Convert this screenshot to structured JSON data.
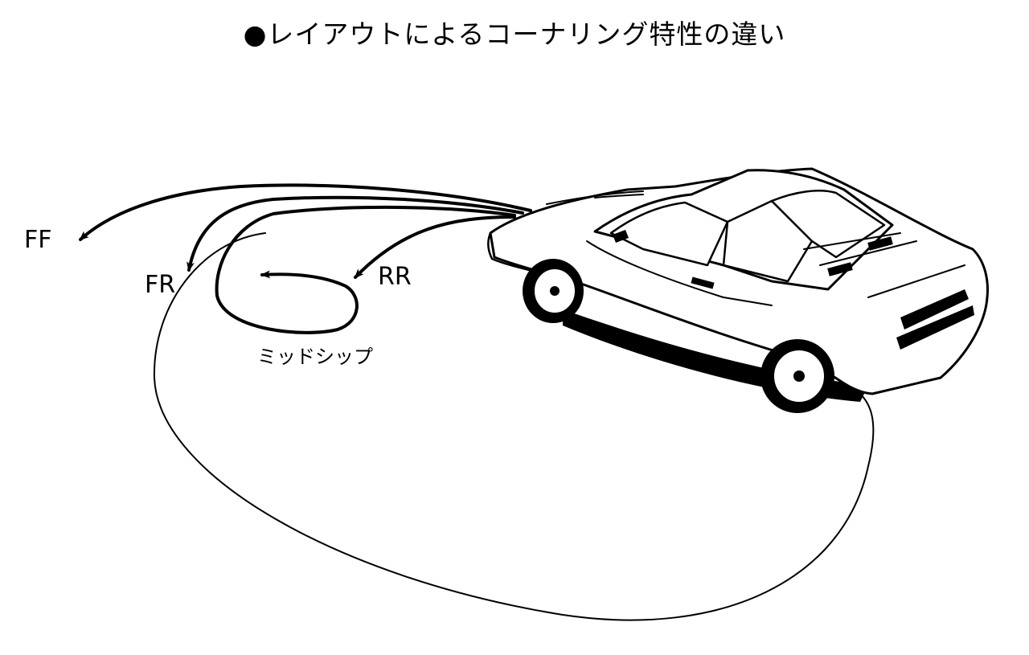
{
  "title": "●レイアウトによるコーナリング特性の違い",
  "labels": {
    "ff": "FF",
    "fr": "FR",
    "rr": "RR",
    "midship": "ミッドシップ"
  },
  "colors": {
    "ink": "#000000",
    "paper": "#ffffff"
  },
  "icons": {
    "car": "sports-car-illustration"
  }
}
